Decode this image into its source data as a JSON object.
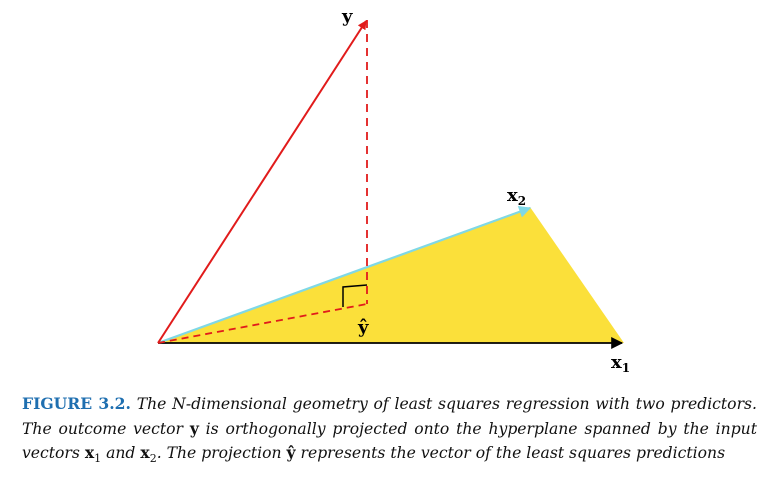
{
  "figure": {
    "labels": {
      "y": "y",
      "x1": "x",
      "x1_sub": "1",
      "x2": "x",
      "x2_sub": "2",
      "yhat": "ŷ"
    },
    "colors": {
      "plane_fill": "#fbe03a",
      "y_vector": "#e11b1b",
      "x1_vector": "#000000",
      "x2_vector": "#7fd8e6",
      "projection_lines": "#e11b1b",
      "right_angle_marker": "#000000"
    }
  },
  "caption": {
    "figure_label": "FIGURE 3.2.",
    "text_part1": " The ",
    "math_N": "N",
    "text_part2": "-dimensional geometry of least squares regression with two predictors. The outcome vector ",
    "vec_y": "y",
    "text_part3": " is orthogonally projected onto the hyperplane spanned by the input vectors ",
    "vec_x1": "x",
    "vec_x1_sub": "1",
    "text_part4": " and ",
    "vec_x2": "x",
    "vec_x2_sub": "2",
    "text_part5": ". The projection ",
    "vec_yhat": "ŷ",
    "text_part6": " represents the vector of the least squares predictions"
  }
}
